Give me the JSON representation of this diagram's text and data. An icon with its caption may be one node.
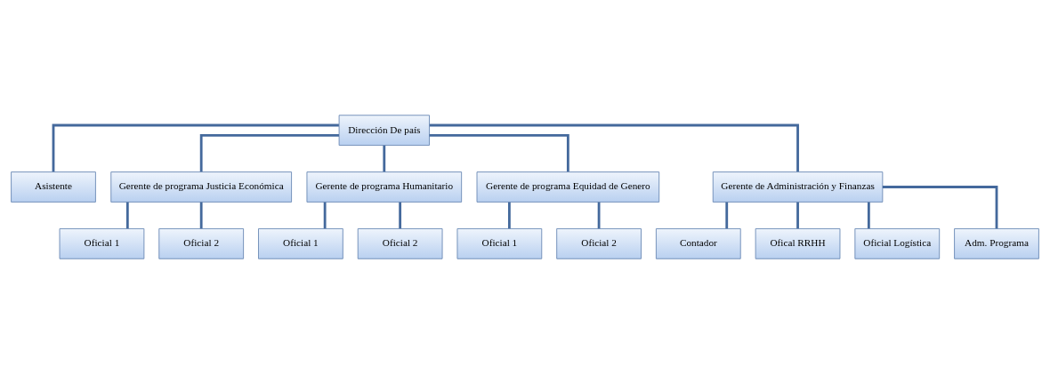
{
  "diagram": {
    "nodes": [
      {
        "text": [
          "Dirección De país"
        ]
      },
      {
        "text": [
          "Asistente"
        ]
      },
      {
        "text": [
          "Gerente de programa Justicia Económica"
        ]
      },
      {
        "text": [
          "Gerente de programa Humanitario"
        ]
      },
      {
        "text": [
          "Gerente de programa Equidad de Genero"
        ]
      },
      {
        "text": [
          "Gerente de Administración y Finanzas"
        ]
      },
      {
        "text": [
          "Oficial 1"
        ]
      },
      {
        "text": [
          "Oficial 2"
        ]
      },
      {
        "text": [
          "Oficial 1"
        ]
      },
      {
        "text": [
          "Oficial 2"
        ]
      },
      {
        "text": [
          "Oficial 1"
        ]
      },
      {
        "text": [
          "Oficial 2"
        ]
      },
      {
        "text": [
          "Contador"
        ]
      },
      {
        "text": [
          "Ofical RRHH"
        ]
      },
      {
        "text": [
          "Oficial Logística"
        ]
      },
      {
        "text": [
          "Adm. Programa"
        ]
      }
    ],
    "edges": [
      {
        "from": 0,
        "to": 1,
        "arrow": "none"
      },
      {
        "from": 0,
        "to": 2,
        "arrow": "none"
      },
      {
        "from": 0,
        "to": 3,
        "arrow": "none"
      },
      {
        "from": 0,
        "to": 4,
        "arrow": "none"
      },
      {
        "from": 0,
        "to": 5,
        "arrow": "none"
      },
      {
        "from": 2,
        "to": 6,
        "arrow": "none"
      },
      {
        "from": 2,
        "to": 7,
        "arrow": "none"
      },
      {
        "from": 3,
        "to": 8,
        "arrow": "none"
      },
      {
        "from": 3,
        "to": 9,
        "arrow": "none"
      },
      {
        "from": 4,
        "to": 10,
        "arrow": "none"
      },
      {
        "from": 4,
        "to": 11,
        "arrow": "none"
      },
      {
        "from": 5,
        "to": 12,
        "arrow": "none"
      },
      {
        "from": 5,
        "to": 13,
        "arrow": "none"
      },
      {
        "from": 5,
        "to": 14,
        "arrow": "none"
      },
      {
        "from": 5,
        "to": 15,
        "arrow": "none"
      }
    ]
  }
}
